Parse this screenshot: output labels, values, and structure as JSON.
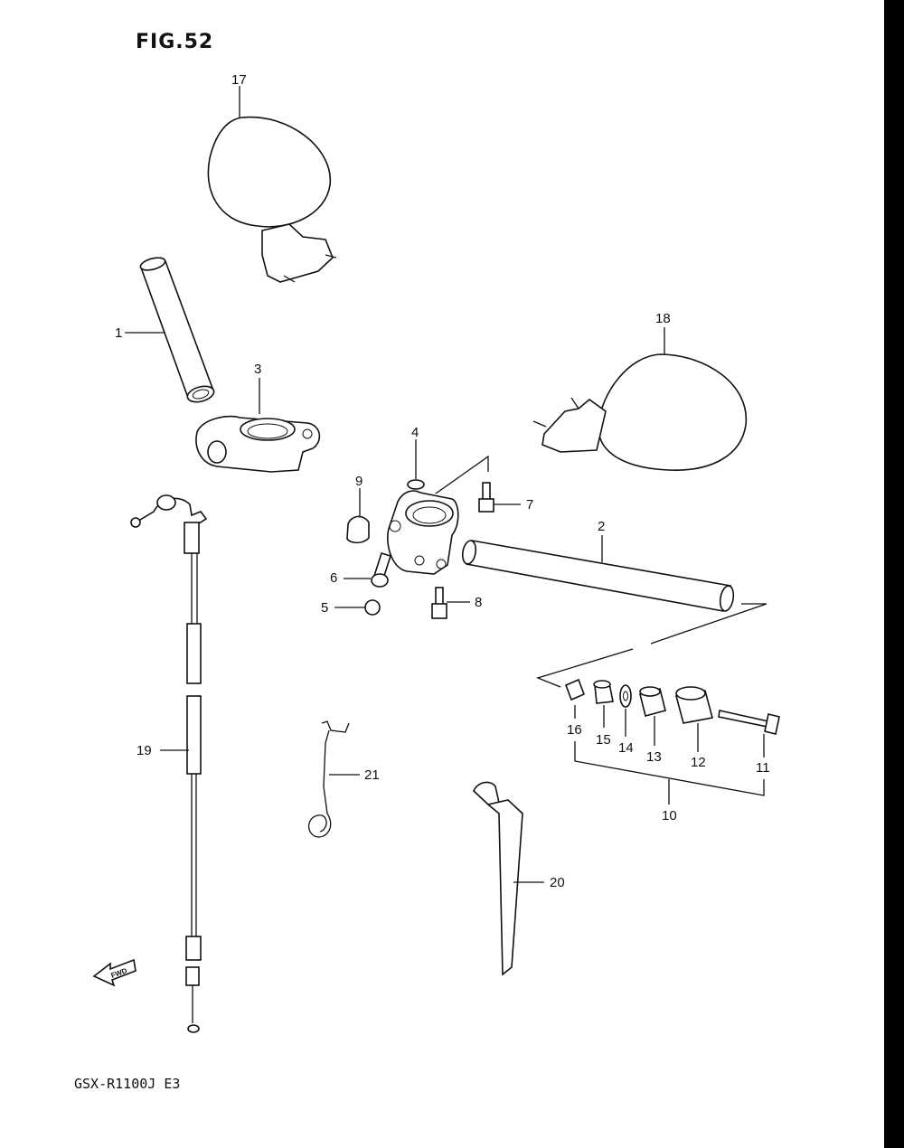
{
  "figure": {
    "title": "FIG.52"
  },
  "model_code": "GSX-R1100J E3",
  "fwd_arrow_text": "FWD",
  "callouts": [
    {
      "id": "c1",
      "text": "1"
    },
    {
      "id": "c2",
      "text": "2"
    },
    {
      "id": "c3",
      "text": "3"
    },
    {
      "id": "c4",
      "text": "4"
    },
    {
      "id": "c5",
      "text": "5"
    },
    {
      "id": "c6",
      "text": "6"
    },
    {
      "id": "c7",
      "text": "7"
    },
    {
      "id": "c8",
      "text": "8"
    },
    {
      "id": "c9",
      "text": "9"
    },
    {
      "id": "c10",
      "text": "10"
    },
    {
      "id": "c11",
      "text": "11"
    },
    {
      "id": "c12",
      "text": "12"
    },
    {
      "id": "c13",
      "text": "13"
    },
    {
      "id": "c14",
      "text": "14"
    },
    {
      "id": "c15",
      "text": "15"
    },
    {
      "id": "c16",
      "text": "16"
    },
    {
      "id": "c17",
      "text": "17"
    },
    {
      "id": "c18",
      "text": "18"
    },
    {
      "id": "c19",
      "text": "19"
    },
    {
      "id": "c20",
      "text": "20"
    },
    {
      "id": "c21",
      "text": "21"
    }
  ]
}
